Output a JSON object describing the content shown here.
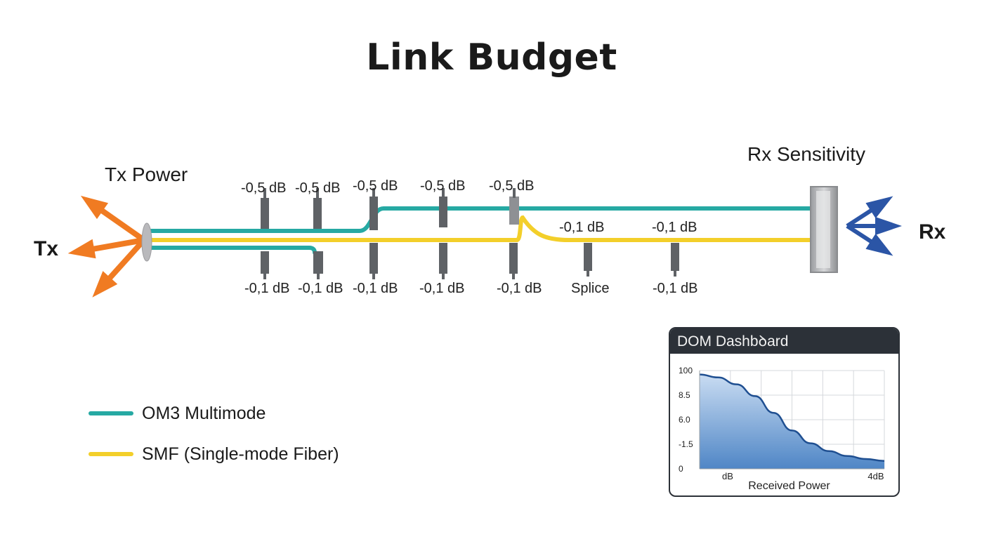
{
  "title": "Link Budget",
  "endpoints": {
    "tx_label": "Tx",
    "tx_power_label": "Tx Power",
    "rx_label": "Rx",
    "rx_sensitivity_label": "Rx Sensitivity"
  },
  "colors": {
    "om3": "#26a9a3",
    "smf": "#f3cf2a",
    "tx_arrow": "#f07b22",
    "rx_arrow": "#2b55a6",
    "connector": "#5f6266"
  },
  "loss_labels_top": [
    "-0,5 dB",
    "-0,5 dB",
    "-0,5 dB",
    "-0,5 dB",
    "-0,5 dB",
    "-0,1 dB",
    "-0,1 dB"
  ],
  "loss_labels_bottom": [
    "-0,1 dB",
    "-0,1 dB",
    "-0,1 dB",
    "-0,1 dB",
    "-0,1 dB",
    "Splice",
    "-0,1 dB"
  ],
  "legend": [
    {
      "label": "OM3 Multimode",
      "color": "#26a9a3"
    },
    {
      "label": "SMF (Single-mode Fiber)",
      "color": "#f3cf2a"
    }
  ],
  "dom_dashboard": {
    "title": "DOM Dashbꝺard",
    "chart_data": {
      "type": "area",
      "y_tick_labels": [
        "100",
        "8.5",
        "6.0",
        "-1.5",
        "0"
      ],
      "x_tick_labels": [
        "dB",
        "4dB"
      ],
      "xlabel": "Received Power",
      "ylabel": "",
      "ylim": [
        0,
        100
      ],
      "xlim": [
        0,
        100
      ],
      "grid": true,
      "series": [
        {
          "x": [
            0,
            10,
            20,
            30,
            40,
            50,
            60,
            70,
            80,
            90,
            100
          ],
          "y": [
            96,
            93,
            86,
            74,
            57,
            39,
            26,
            18,
            13,
            10,
            8
          ]
        }
      ]
    }
  }
}
